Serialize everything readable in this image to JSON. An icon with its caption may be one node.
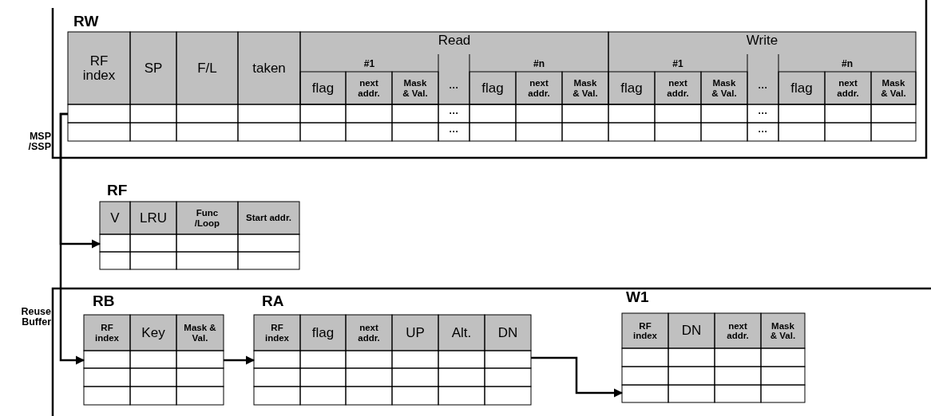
{
  "diagram": {
    "nodes": [
      {
        "text": [
          "MSP /SSP"
        ]
      },
      {
        "text": [
          "RW",
          "RF index",
          "SP",
          "F/L",
          "taken",
          "Read",
          "#1",
          "#n",
          "flag",
          "next addr.",
          "Mask & Val.",
          "···",
          "flag",
          "next addr.",
          "Mask & Val.",
          "Write",
          "#1",
          "#n",
          "flag",
          "next addr.",
          "Mask & Val.",
          "···",
          "flag",
          "next addr.",
          "Mask & Val.",
          "···",
          "···",
          "···",
          "···"
        ],
        "in": 0
      },
      {
        "text": [
          "RF",
          "V",
          "LRU",
          "Func /Loop",
          "Start addr."
        ]
      },
      {
        "text": [
          "Reuse Buffer"
        ]
      },
      {
        "text": [
          "RB",
          "RF index",
          "Key",
          "Mask & Val."
        ],
        "in": 3
      },
      {
        "text": [
          "RA",
          "RF index",
          "flag",
          "next addr.",
          "UP",
          "Alt.",
          "DN"
        ],
        "in": 3
      },
      {
        "text": [
          "W1",
          "RF index",
          "DN",
          "next addr.",
          "Mask & Val."
        ],
        "in": 3
      }
    ],
    "edges": [
      {
        "from": 1,
        "to": 2,
        "arrow": "to"
      },
      {
        "from": 1,
        "to": 4,
        "arrow": "to"
      },
      {
        "from": 4,
        "to": 5,
        "arrow": "to"
      },
      {
        "from": 5,
        "to": 6,
        "arrow": "to"
      }
    ]
  }
}
